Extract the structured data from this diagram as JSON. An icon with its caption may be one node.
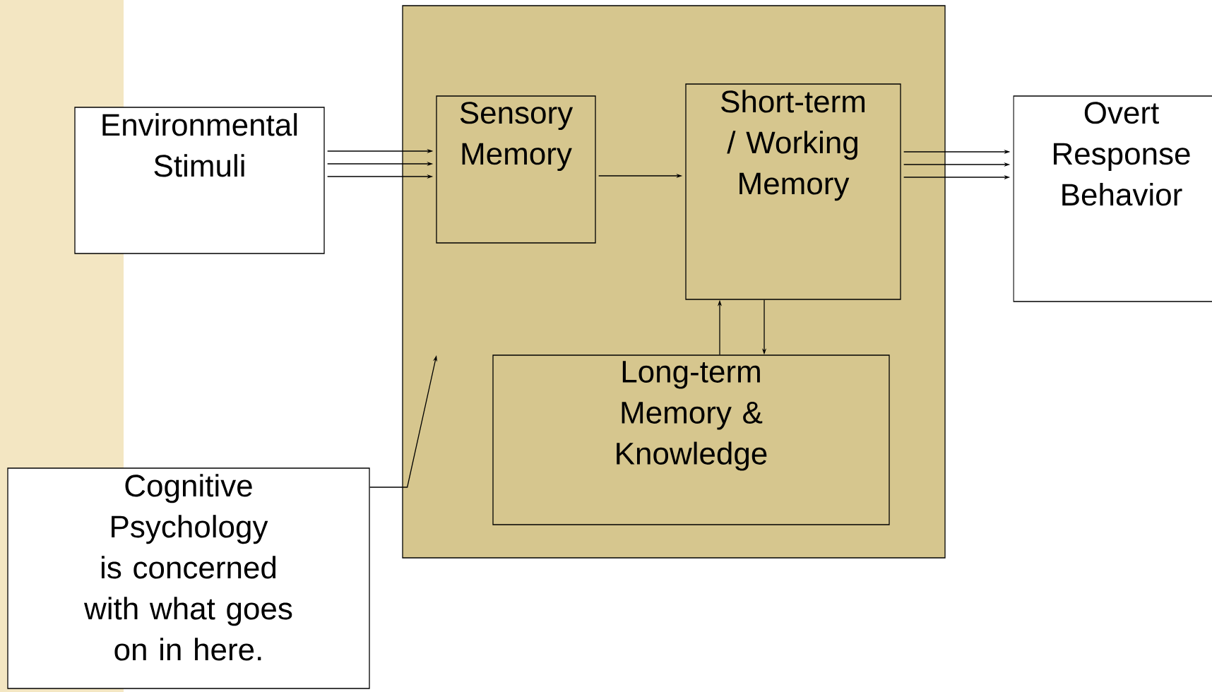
{
  "diagram": {
    "nodes": [
      {
        "text": [
          "Environmental Stimuli"
        ]
      },
      {
        "text": [],
        "shape": "box"
      },
      {
        "text": [
          "Sensory Memory"
        ],
        "in": 1
      },
      {
        "text": [
          "Short-term / Working Memory"
        ],
        "in": 1
      },
      {
        "text": [
          "Long-term Memory & Knowledge"
        ],
        "in": 1
      },
      {
        "text": [
          "Overt Response Behavior"
        ]
      },
      {
        "text": [
          "Cognitive Psychology is concerned with what goes on in here."
        ]
      }
    ],
    "edges": [
      {
        "from": 0,
        "to": 2,
        "arrow": "to"
      },
      {
        "from": 0,
        "to": 2,
        "arrow": "to"
      },
      {
        "from": 0,
        "to": 2,
        "arrow": "to"
      },
      {
        "from": 2,
        "to": 3,
        "arrow": "to"
      },
      {
        "from": 3,
        "to": 5,
        "arrow": "to"
      },
      {
        "from": 3,
        "to": 5,
        "arrow": "to"
      },
      {
        "from": 3,
        "to": 5,
        "arrow": "to"
      },
      {
        "from": 4,
        "to": 3,
        "arrow": "to"
      },
      {
        "from": 3,
        "to": 4,
        "arrow": "to"
      },
      {
        "from": 6,
        "to": 1,
        "arrow": "to"
      }
    ]
  }
}
